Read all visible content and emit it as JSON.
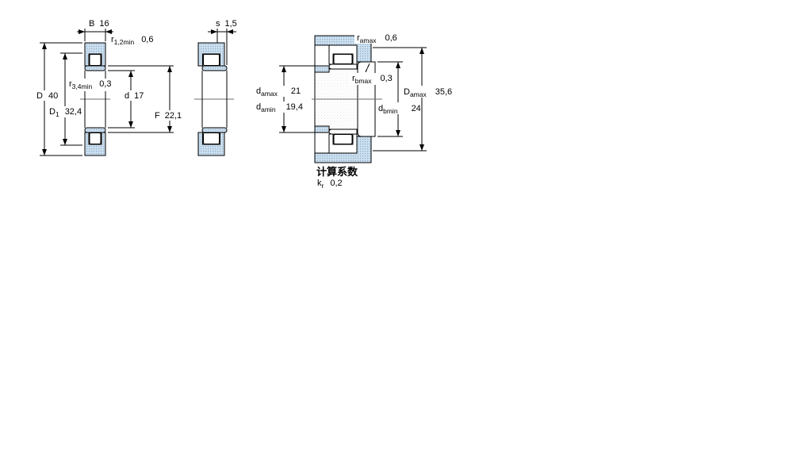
{
  "colors": {
    "part_fill_base": "#cfe0ee",
    "part_fill_dot": "#8ab0d2",
    "texture_dot": "#e4e4e4",
    "line": "#000000",
    "background": "#ffffff"
  },
  "diagrams": {
    "left": {
      "dims": {
        "B": {
          "base": "B",
          "value": "16"
        },
        "r12": {
          "base": "r",
          "sub": "1,2min",
          "value": "0,6"
        },
        "r34": {
          "base": "r",
          "sub": "3,4min",
          "value": "0,3"
        },
        "D": {
          "base": "D",
          "value": "40"
        },
        "D1": {
          "base": "D",
          "sub": "1",
          "value": "32,4"
        },
        "d": {
          "base": "d",
          "value": "17"
        },
        "F": {
          "base": "F",
          "value": "22,1"
        }
      }
    },
    "middle": {
      "dims": {
        "s": {
          "base": "s",
          "value": "1,5"
        }
      }
    },
    "right": {
      "dims": {
        "ramax": {
          "base": "r",
          "sub": "amax",
          "value": "0,6"
        },
        "rbmax": {
          "base": "r",
          "sub": "bmax",
          "value": "0,3"
        },
        "damax": {
          "base": "d",
          "sub": "amax",
          "value": "21"
        },
        "damin": {
          "base": "d",
          "sub": "amin",
          "value": "19,4"
        },
        "dbmin": {
          "base": "d",
          "sub": "bmin",
          "value": "24"
        },
        "Damax": {
          "base": "D",
          "sub": "amax",
          "value": "35,6"
        }
      }
    },
    "factors": {
      "heading": "计算系数",
      "kr": {
        "base": "k",
        "sub": "r",
        "value": "0,2"
      }
    }
  }
}
